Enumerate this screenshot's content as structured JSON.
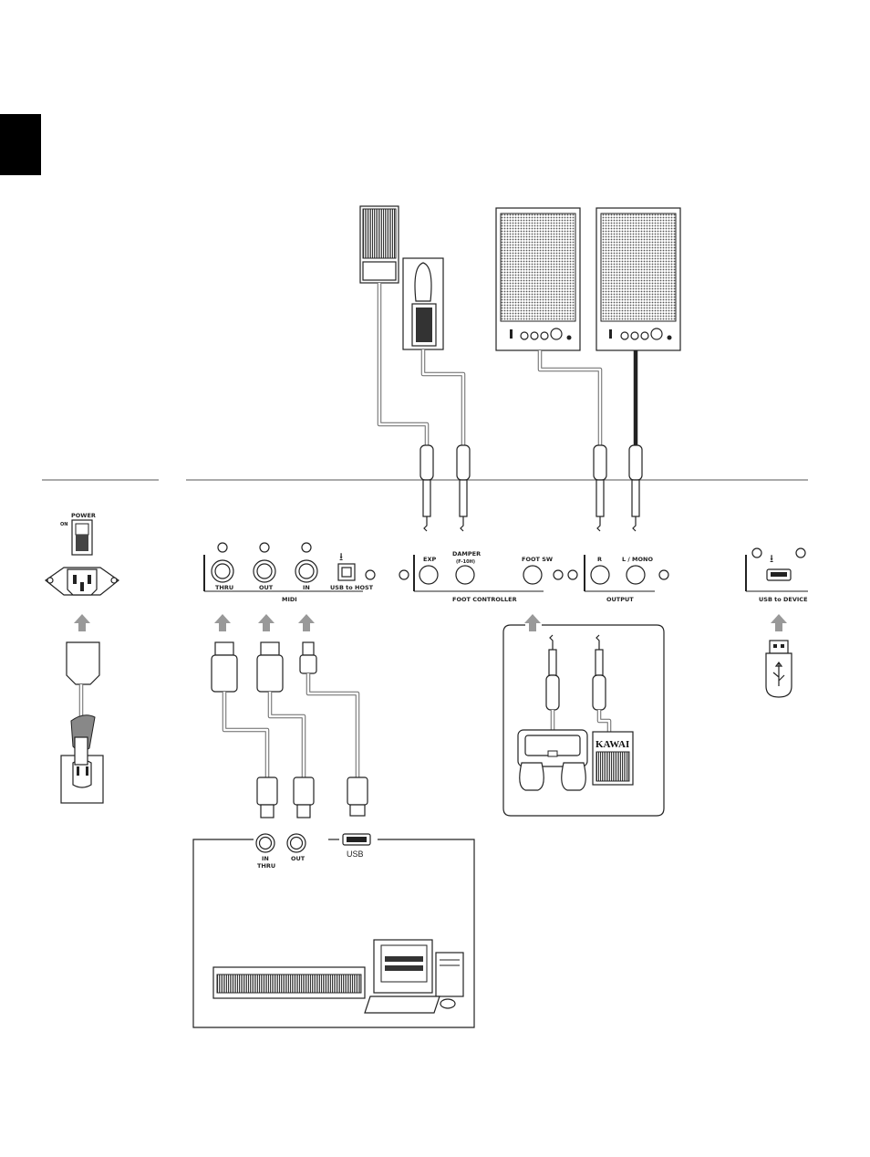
{
  "panel_labels": {
    "power": "POWER",
    "on": "ON",
    "midi_thru": "THRU",
    "midi_out": "OUT",
    "midi_in": "IN",
    "midi_group": "MIDI",
    "usb_to_host": "USB to HOST",
    "exp": "EXP",
    "damper": "DAMPER",
    "damper_sub": "(F-10H)",
    "foot_sw": "FOOT SW",
    "foot_controller": "FOOT CONTROLLER",
    "output_r": "R",
    "output_l_mono": "L / MONO",
    "output_group": "OUTPUT",
    "usb_to_device": "USB to DEVICE"
  },
  "external_device": {
    "in_thru": "IN",
    "in_thru_2": "THRU",
    "out": "OUT",
    "usb": "USB"
  },
  "pedal_brand": "KAWAI",
  "icons": [
    "usb-icon",
    "power-socket-icon",
    "wall-outlet-icon",
    "usb-flash-drive-icon",
    "speaker-icon",
    "pedal-icon",
    "computer-icon",
    "keyboard-icon"
  ]
}
